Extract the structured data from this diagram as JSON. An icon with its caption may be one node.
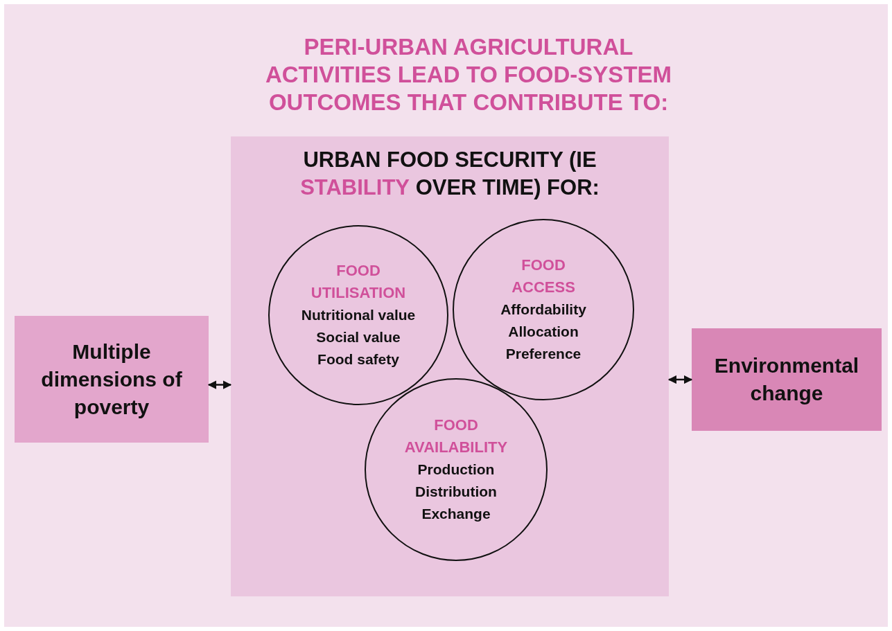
{
  "diagram": {
    "title": "PERI-URBAN AGRICULTURAL ACTIVITIES LEAD TO FOOD-SYSTEM OUTCOMES THAT CONTRIBUTE TO:",
    "nodes": [
      {
        "text": [
          "URBAN FOOD SECURITY (IE **STABILITY** OVER TIME) FOR:"
        ]
      },
      {
        "text": [
          "FOOD UTILISATION",
          "Nutritional value",
          "Social value",
          "Food safety"
        ],
        "in": 0
      },
      {
        "text": [
          "FOOD ACCESS",
          "Affordability",
          "Allocation",
          "Preference"
        ],
        "in": 0
      },
      {
        "text": [
          "FOOD AVAILABILITY",
          "Production",
          "Distribution",
          "Exchange"
        ],
        "in": 0
      },
      {
        "text": [
          "Multiple dimensions of poverty"
        ]
      },
      {
        "text": [
          "Environmental change"
        ]
      }
    ],
    "edges": [
      {
        "from": 4,
        "to": 0,
        "arrow": "both"
      },
      {
        "from": 0,
        "to": 5,
        "arrow": "both"
      }
    ]
  }
}
